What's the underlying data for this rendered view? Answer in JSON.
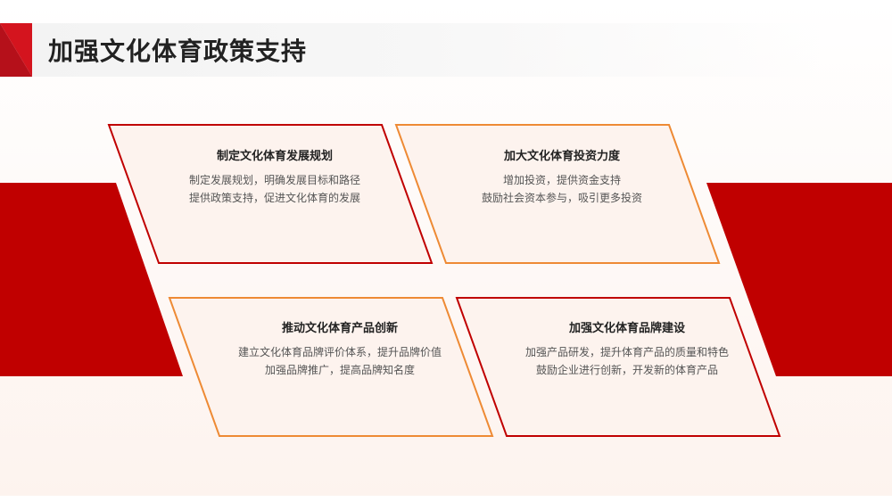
{
  "page": {
    "title": "加强文化体育政策支持"
  },
  "colors": {
    "accent_red": "#c00000",
    "accent_orange": "#ee8a34",
    "text_dark": "#222222",
    "text_body": "#555555"
  },
  "cards": [
    {
      "title": "制定文化体育发展规划",
      "lines": [
        "制定发展规划，明确发展目标和路径",
        "提供政策支持，促进文化体育的发展"
      ]
    },
    {
      "title": "加大文化体育投资力度",
      "lines": [
        "增加投资，提供资金支持",
        "鼓励社会资本参与，吸引更多投资"
      ]
    },
    {
      "title": "推动文化体育产品创新",
      "lines": [
        "建立文化体育品牌评价体系，提升品牌价值",
        "加强品牌推广，提高品牌知名度"
      ]
    },
    {
      "title": "加强文化体育品牌建设",
      "lines": [
        "加强产品研发，提升体育产品的质量和特色",
        "鼓励企业进行创新，开发新的体育产品"
      ]
    }
  ]
}
